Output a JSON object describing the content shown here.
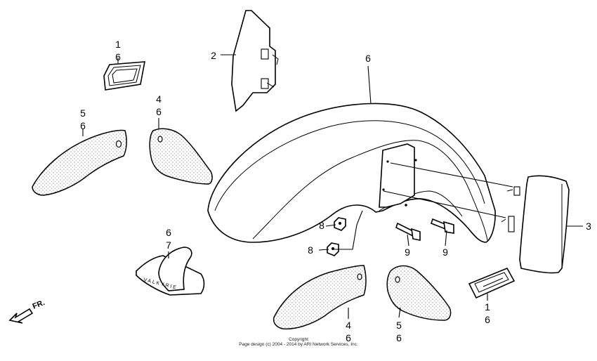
{
  "callouts": [
    {
      "id": "c1",
      "lines": [
        "1",
        "6"
      ]
    },
    {
      "id": "c2",
      "lines": [
        "2"
      ]
    },
    {
      "id": "c3",
      "lines": [
        "6"
      ]
    },
    {
      "id": "c4",
      "lines": [
        "4",
        "6"
      ]
    },
    {
      "id": "c5",
      "lines": [
        "5",
        "6"
      ]
    },
    {
      "id": "c6",
      "lines": [
        "3"
      ]
    },
    {
      "id": "c7",
      "lines": [
        "8"
      ]
    },
    {
      "id": "c8",
      "lines": [
        "8"
      ]
    },
    {
      "id": "c9",
      "lines": [
        "9"
      ]
    },
    {
      "id": "c10",
      "lines": [
        "9"
      ]
    },
    {
      "id": "c11",
      "lines": [
        "6",
        "7"
      ]
    },
    {
      "id": "c12",
      "lines": [
        "4",
        "6"
      ]
    },
    {
      "id": "c13",
      "lines": [
        "5",
        "6"
      ]
    },
    {
      "id": "c14",
      "lines": [
        "1",
        "6"
      ]
    }
  ],
  "direction_label": "FR.",
  "emblem_text": "VALKYRIE",
  "copyright": {
    "line1": "Copyright",
    "line2": "Page design (c) 2004 - 2014 by ARI Network Services, Inc."
  }
}
